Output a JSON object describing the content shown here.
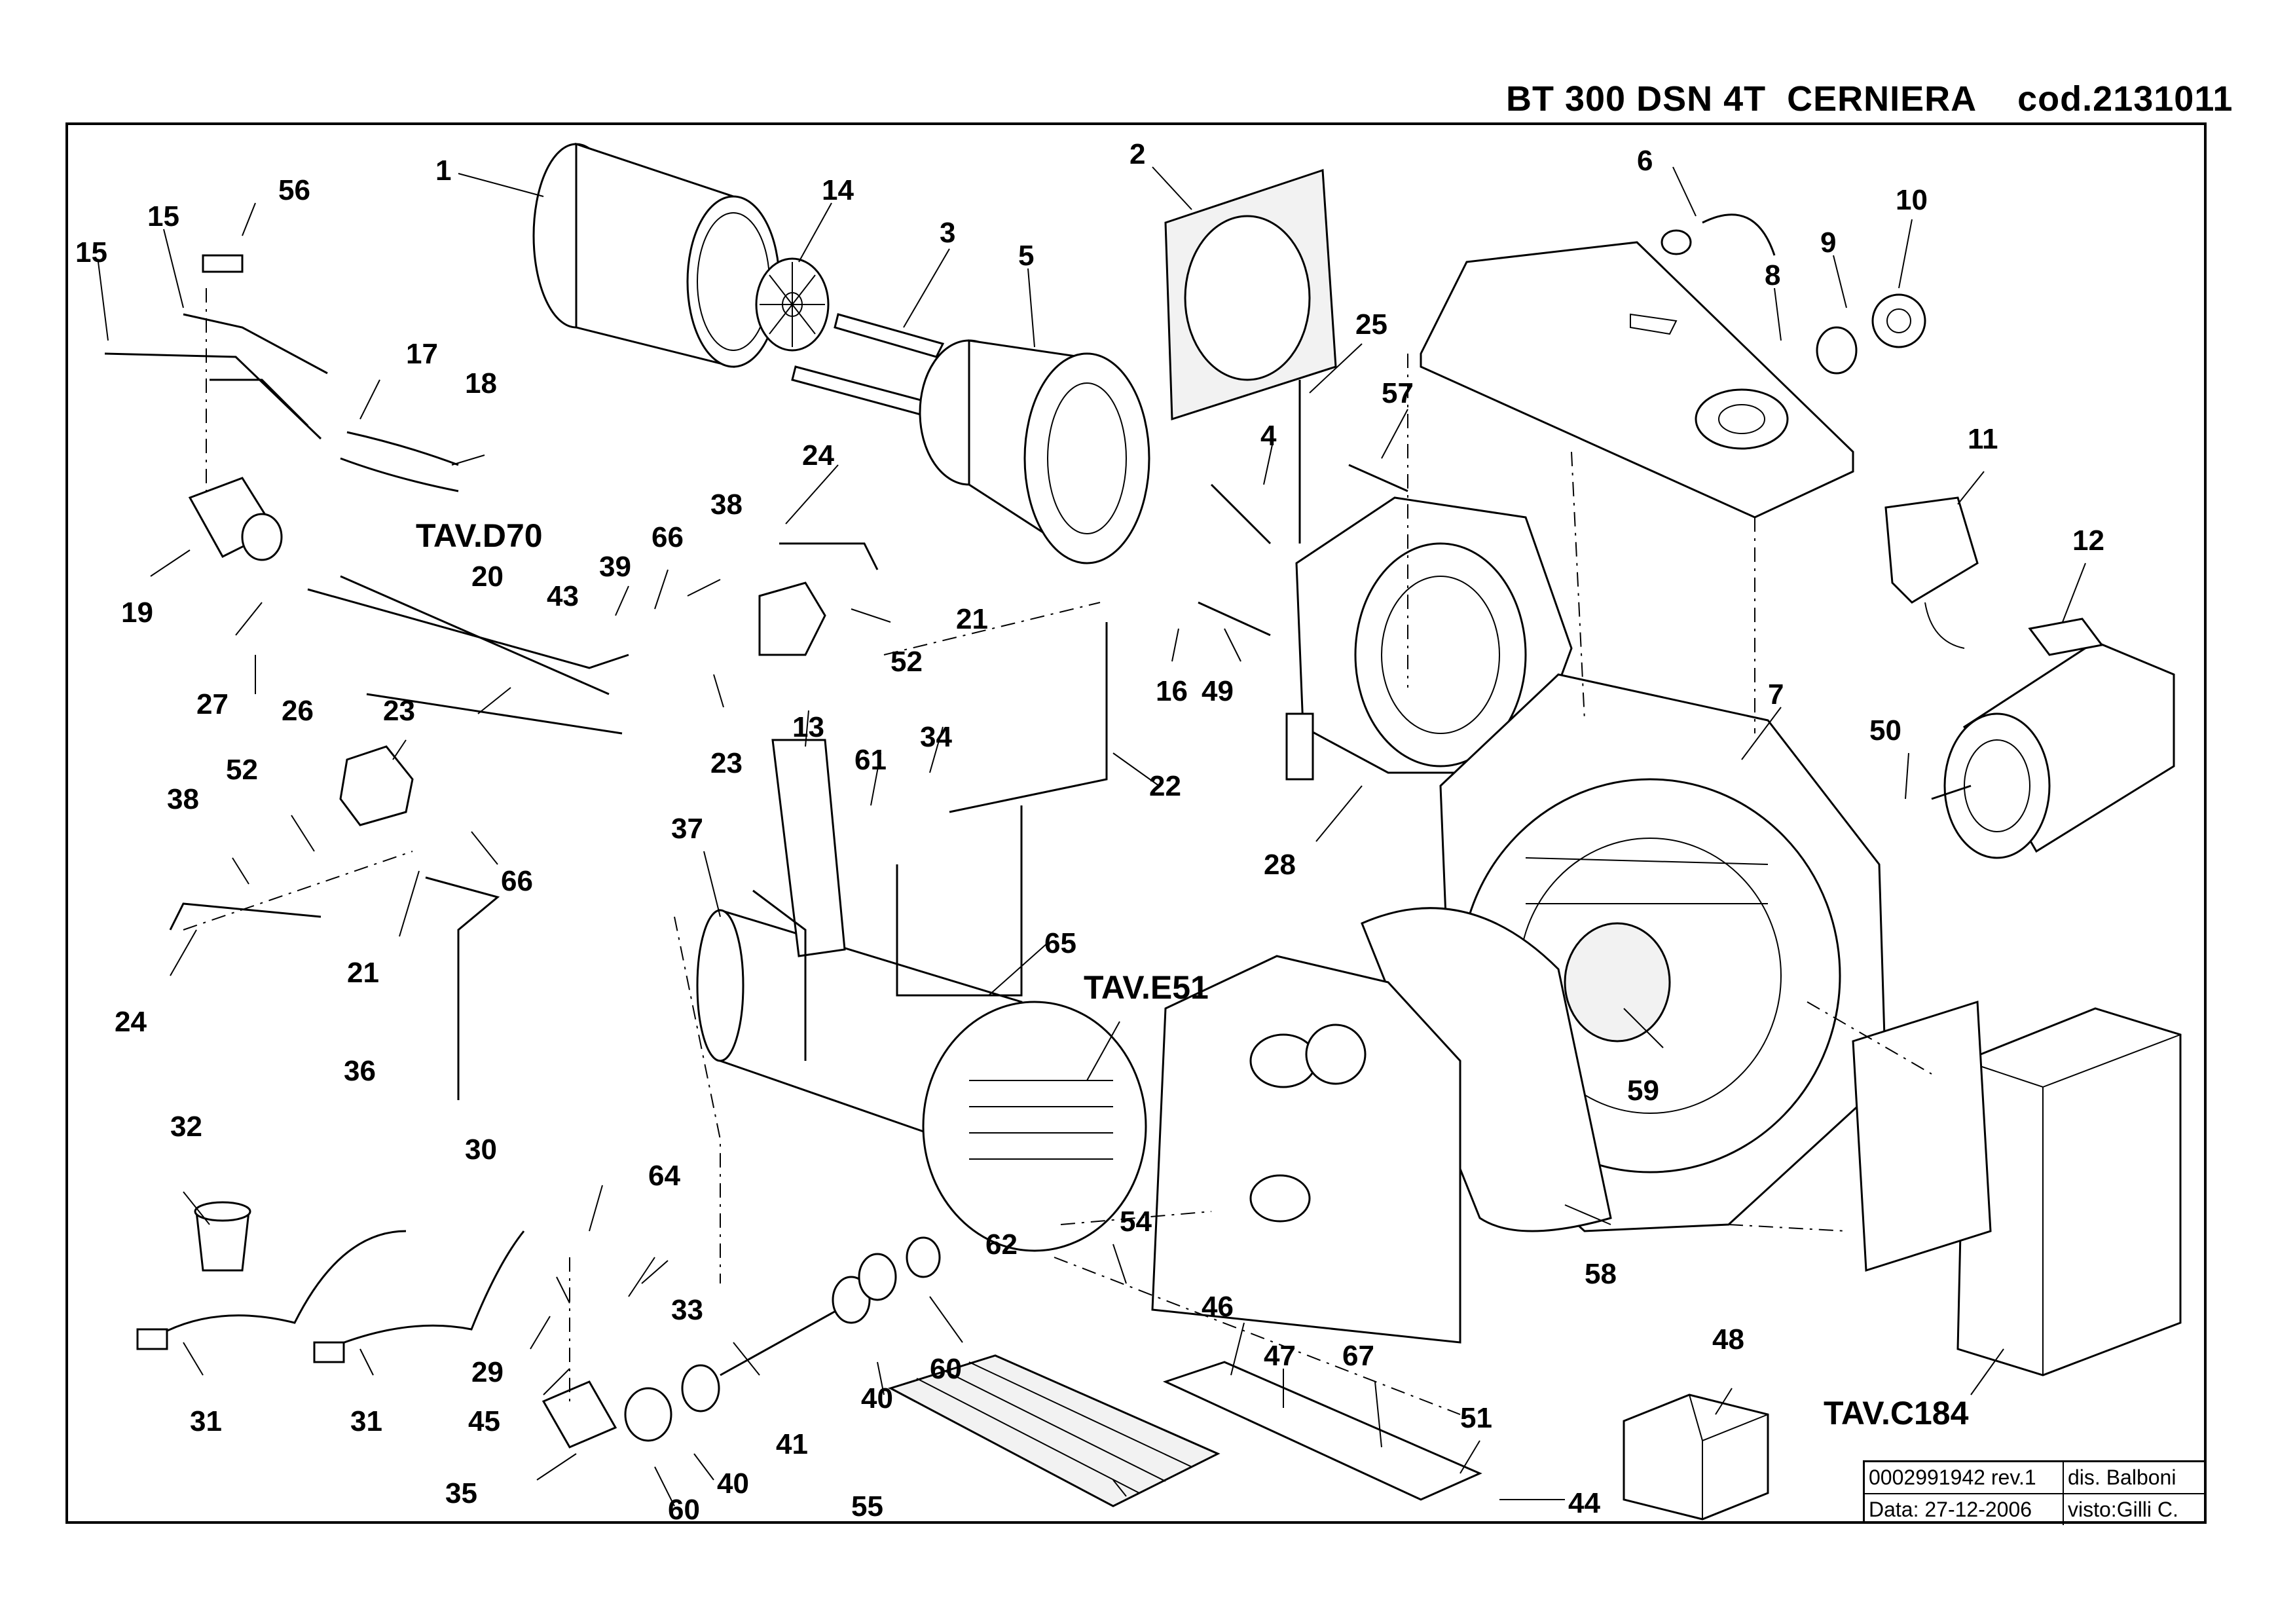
{
  "header": {
    "title": "BT 300 DSN 4T  CERNIERA    cod.2131011"
  },
  "title_block": {
    "drawing_number": "0002991942 rev.1",
    "drawn_by": "dis. Balboni",
    "date": "Data: 27-12-2006",
    "checked_by": "visto:Gilli C."
  },
  "references": {
    "tav_d70": "TAV.D70",
    "tav_e51": "TAV.E51",
    "tav_c184": "TAV.C184"
  },
  "callouts": [
    "1",
    "2",
    "3",
    "4",
    "5",
    "6",
    "7",
    "8",
    "9",
    "10",
    "11",
    "12",
    "13",
    "14",
    "15",
    "15",
    "16",
    "17",
    "18",
    "19",
    "20",
    "21",
    "21",
    "22",
    "23",
    "23",
    "24",
    "24",
    "25",
    "26",
    "27",
    "28",
    "29",
    "30",
    "31",
    "31",
    "32",
    "33",
    "34",
    "35",
    "36",
    "37",
    "38",
    "38",
    "39",
    "40",
    "40",
    "41",
    "43",
    "44",
    "45",
    "46",
    "47",
    "48",
    "49",
    "50",
    "51",
    "52",
    "52",
    "54",
    "55",
    "56",
    "57",
    "58",
    "59",
    "60",
    "60",
    "61",
    "62",
    "64",
    "65",
    "66",
    "66",
    "67"
  ]
}
